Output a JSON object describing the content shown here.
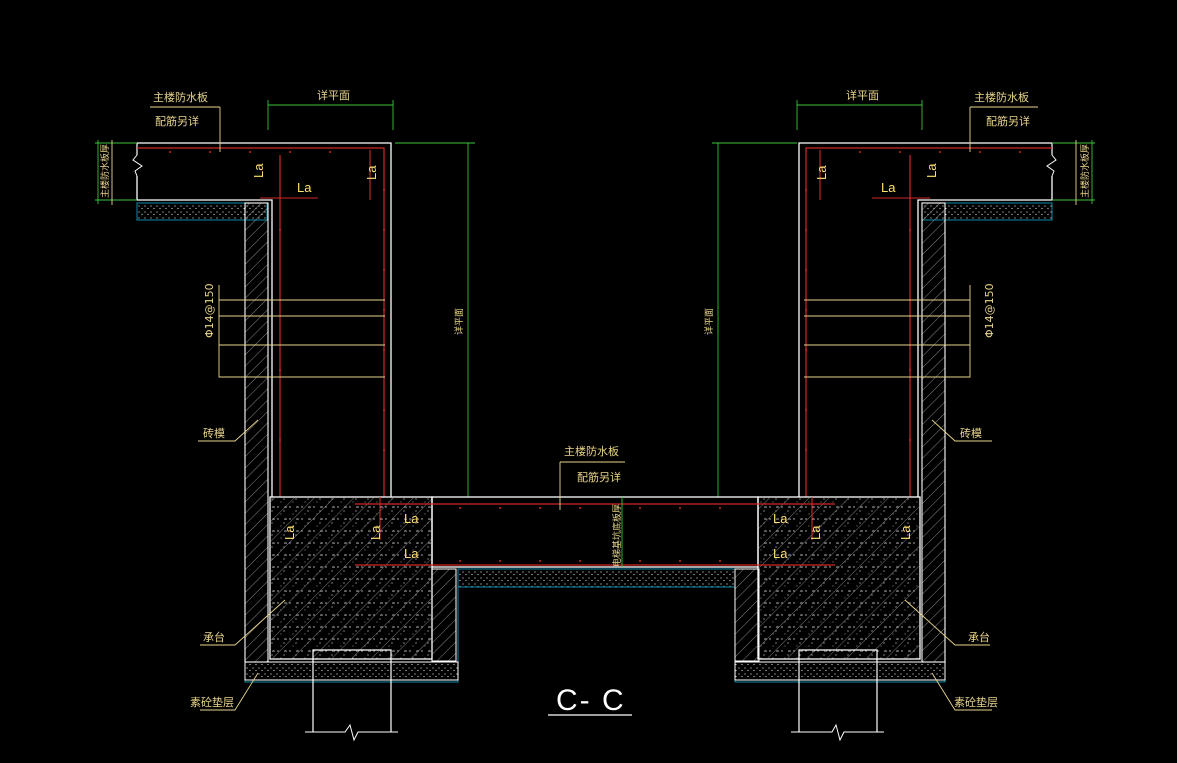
{
  "drawing": {
    "section_title": "C- C",
    "labels": {
      "main_slab_line1": "主楼防水板",
      "main_slab_line2": "配筋另详",
      "see_plan": "详平面",
      "slab_thickness": "主楼防水板厚",
      "rebar": "Φ14@150",
      "brick_mold": "砖模",
      "pile_cap": "承台",
      "plain_concrete_cushion": "素砼垫层",
      "anchorage": "La",
      "pit_slab_thickness": "电梯基坑底板厚"
    },
    "colors": {
      "background": "#000000",
      "outline": "#ffffff",
      "rebar": "#d02828",
      "dimension": "#3ac43a",
      "leader": "#e8d48a",
      "hatch": "#aaaaaa",
      "cushion": "#0c8aa8"
    }
  }
}
